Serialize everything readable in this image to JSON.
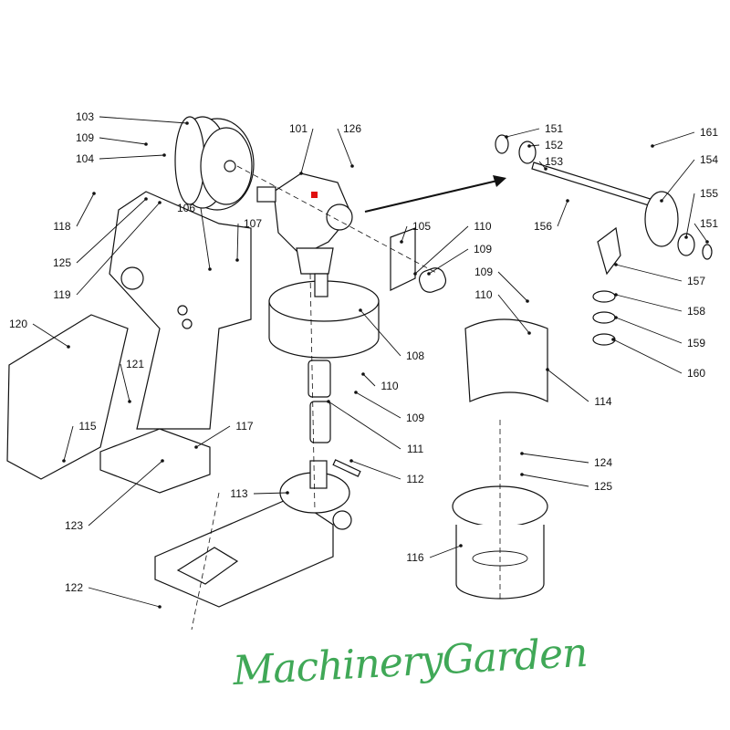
{
  "diagram": {
    "labels": [
      "103",
      "109",
      "104",
      "118",
      "125",
      "119",
      "106",
      "107",
      "101",
      "126",
      "105",
      "110",
      "109",
      "109",
      "110",
      "120",
      "121",
      "115",
      "117",
      "108",
      "110",
      "109",
      "111",
      "112",
      "113",
      "123",
      "122",
      "114",
      "116",
      "124",
      "125",
      "151",
      "152",
      "153",
      "161",
      "154",
      "155",
      "151",
      "156",
      "157",
      "158",
      "159",
      "160"
    ],
    "watermark": "MachineryGarden",
    "colors": {
      "watermark": "#1f9a3a",
      "marker": "#e01010"
    }
  }
}
